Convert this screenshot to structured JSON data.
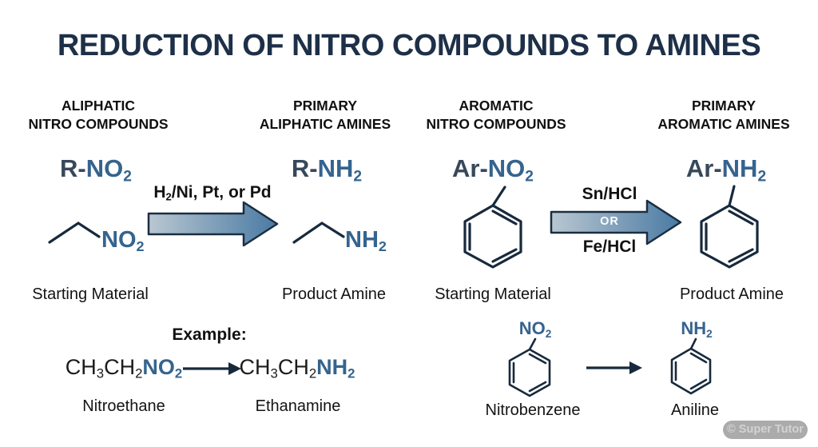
{
  "title": "REDUCTION OF NITRO COMPOUNDS TO AMINES",
  "columns": [
    {
      "header_line1": "ALIPHATIC",
      "header_line2": "NITRO COMPOUNDS",
      "formula": {
        "prefix": "R-",
        "group": "NO",
        "sub": "2"
      },
      "role_label": "Starting Material"
    },
    {
      "header_line1": "PRIMARY",
      "header_line2": "ALIPHATIC AMINES",
      "formula": {
        "prefix": "R-",
        "group": "NH",
        "sub": "2"
      },
      "role_label": "Product Amine"
    },
    {
      "header_line1": "AROMATIC",
      "header_line2": "NITRO COMPOUNDS",
      "formula": {
        "prefix": "Ar-",
        "group": "NO",
        "sub": "2"
      },
      "role_label": "Starting Material"
    },
    {
      "header_line1": "PRIMARY",
      "header_line2": "AROMATIC AMINES",
      "formula": {
        "prefix": "Ar-",
        "group": "NH",
        "sub": "2"
      },
      "role_label": "Product Amine"
    }
  ],
  "reactions": {
    "aliphatic": {
      "conditions": {
        "part1": "H",
        "sub": "2",
        "part2": "/Ni, Pt, or Pd"
      }
    },
    "aromatic": {
      "top_condition": "Sn/HCl",
      "or_label": "OR",
      "bottom_condition": "Fe/HCl"
    }
  },
  "aliphatic_structures": {
    "reactant_group": "NO",
    "reactant_sub": "2",
    "product_group": "NH",
    "product_sub": "2"
  },
  "example": {
    "label": "Example:",
    "reactant": {
      "p1": "CH",
      "s1": "3",
      "p2": "CH",
      "s2": "2",
      "g": "NO",
      "s3": "2"
    },
    "product": {
      "p1": "CH",
      "s1": "3",
      "p2": "CH",
      "s2": "2",
      "g": "NH",
      "s3": "2"
    },
    "reactant_name": "Nitroethane",
    "product_name": "Ethanamine"
  },
  "aromatic_example": {
    "reactant_group": "NO",
    "reactant_sub": "2",
    "product_group": "NH",
    "product_sub": "2",
    "reactant_name": "Nitrobenzene",
    "product_name": "Aniline"
  },
  "watermark": "© Super Tutor",
  "colors": {
    "title_navy": "#1e3048",
    "text_black": "#111111",
    "formula_prefix": "#37485a",
    "formula_group": "#35648e",
    "structure_line": "#17293c",
    "arrow_gradient_start": "#b9c7d1",
    "arrow_gradient_end": "#4a7aa3",
    "arrow_border": "#1b2e41",
    "watermark_bg": "#ababab",
    "watermark_text": "#d3d3d3"
  }
}
